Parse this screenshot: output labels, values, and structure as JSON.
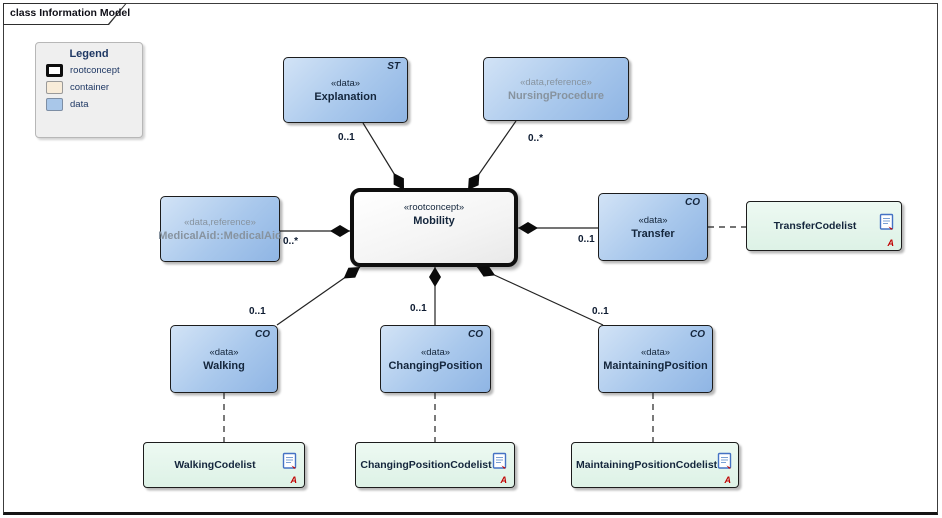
{
  "frame": {
    "title": "class Information Model"
  },
  "legend": {
    "title": "Legend",
    "items": [
      {
        "label": "rootconcept"
      },
      {
        "label": "container"
      },
      {
        "label": "data"
      }
    ]
  },
  "nodes": {
    "explanation": {
      "stereotype": "«data»",
      "name": "Explanation",
      "tag": "ST"
    },
    "nursing_procedure": {
      "stereotype": "«data,reference»",
      "name": "NursingProcedure"
    },
    "medical_aid": {
      "stereotype": "«data,reference»",
      "name": "MedicalAid::MedicalAid"
    },
    "mobility": {
      "stereotype": "«rootconcept»",
      "name": "Mobility"
    },
    "transfer": {
      "stereotype": "«data»",
      "name": "Transfer",
      "tag": "CO"
    },
    "walking": {
      "stereotype": "«data»",
      "name": "Walking",
      "tag": "CO"
    },
    "changing_position": {
      "stereotype": "«data»",
      "name": "ChangingPosition",
      "tag": "CO"
    },
    "maintaining_position": {
      "stereotype": "«data»",
      "name": "MaintainingPosition",
      "tag": "CO"
    },
    "transfer_codelist": {
      "name": "TransferCodelist",
      "marker": "A"
    },
    "walking_codelist": {
      "name": "WalkingCodelist",
      "marker": "A"
    },
    "changing_position_codelist": {
      "name": "ChangingPositionCodelist",
      "marker": "A"
    },
    "maintaining_position_codelist": {
      "name": "MaintainingPositionCodelist",
      "marker": "A"
    }
  },
  "multiplicities": {
    "explanation": "0..1",
    "nursing_procedure": "0..*",
    "medical_aid": "0..*",
    "transfer": "0..1",
    "walking": "0..1",
    "changing_position": "0..1",
    "maintaining_position": "0..1"
  },
  "colors": {
    "data_fill": "#8fb5e4",
    "container_fill": "#f8ecd9",
    "rootconcept_border": "#0f0f0f",
    "codelist_fill": "#e3f5ec",
    "reference_text": "#87939f",
    "legend_text": "#1f3864",
    "marker_red": "#c00000"
  }
}
